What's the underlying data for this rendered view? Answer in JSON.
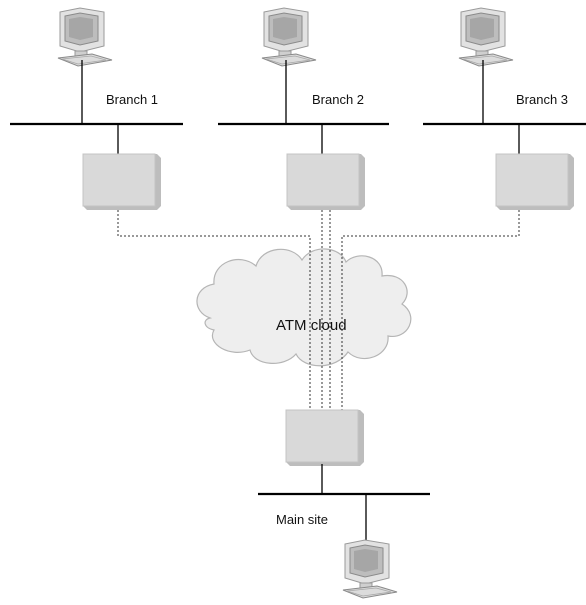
{
  "labels": {
    "branch1": "Branch 1",
    "branch2": "Branch 2",
    "branch3": "Branch 3",
    "cloud": "ATM cloud",
    "main": "Main site"
  },
  "nodes": [
    {
      "id": "branch1",
      "kind": "site-with-computer",
      "label_key": "branch1"
    },
    {
      "id": "branch2",
      "kind": "site-with-computer",
      "label_key": "branch2"
    },
    {
      "id": "branch3",
      "kind": "site-with-computer",
      "label_key": "branch3"
    },
    {
      "id": "atm-cloud",
      "kind": "network-cloud",
      "label_key": "cloud"
    },
    {
      "id": "main-site",
      "kind": "site-with-computer",
      "label_key": "main"
    }
  ],
  "links": [
    {
      "from": "branch1",
      "to": "main-site",
      "via": "atm-cloud",
      "style": "dashed"
    },
    {
      "from": "branch2",
      "to": "main-site",
      "via": "atm-cloud",
      "style": "dashed"
    },
    {
      "from": "branch3",
      "to": "main-site",
      "via": "atm-cloud",
      "style": "dashed"
    }
  ],
  "colors": {
    "line": "#000000",
    "device_fill": "#d9d9d9",
    "device_shadow": "#bdbdbd",
    "cloud_fill": "#eeeeee",
    "cloud_stroke": "#b5b5b5",
    "dash": "#333333"
  }
}
